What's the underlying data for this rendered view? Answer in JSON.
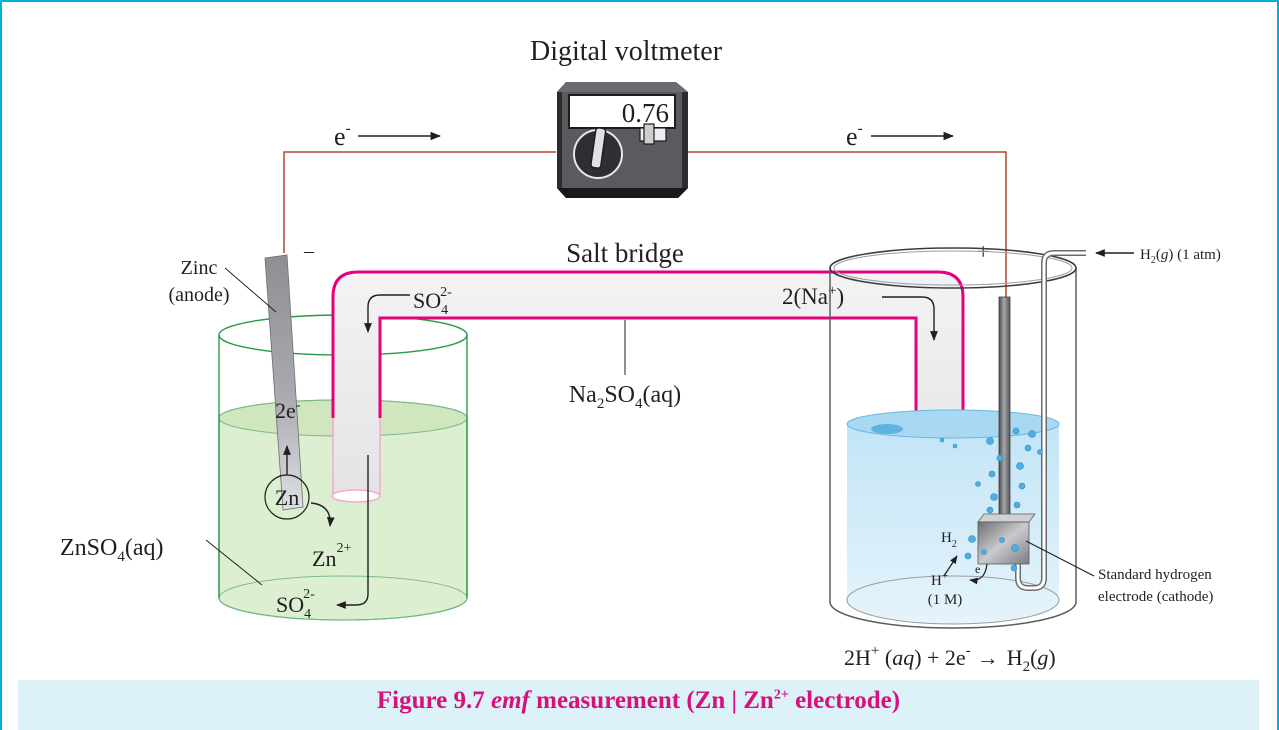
{
  "voltmeter": {
    "title": "Digital voltmeter",
    "reading": "0.76"
  },
  "electron_flow": {
    "left": "e",
    "right": "e",
    "charge": "-"
  },
  "polarity": {
    "negative": "–",
    "positive": "+"
  },
  "salt_bridge": {
    "title": "Salt bridge",
    "anion_left": "SO",
    "anion_sub": "4",
    "anion_sup": "2-",
    "cation_right": "2(Na",
    "cation_plus": "+",
    "cation_close": ")",
    "solution_main": "Na",
    "solution_sub1": "2",
    "solution_mid": "SO",
    "solution_sub2": "4",
    "solution_end": "(aq)"
  },
  "anode": {
    "label_line1": "Zinc",
    "label_line2": "(anode)",
    "electrons": "2e",
    "electrons_sup": "-",
    "metal": "Zn",
    "ion": "Zn",
    "ion_sup": "2+",
    "sulfate": "SO",
    "sulfate_sub": "4",
    "sulfate_sup": "2-",
    "solution_main": "ZnSO",
    "solution_sub": "4",
    "solution_end": "(aq)"
  },
  "cathode": {
    "gas_line_pre": "H",
    "gas_line_sub": "2",
    "gas_line_g": "g",
    "gas_line_post": " (1 atm)",
    "h2_main": "H",
    "h2_sub": "2",
    "e_label": "e",
    "hplus_main": "H",
    "hplus_sup": "+",
    "conc": "(1 M)",
    "label_line1": "Standard hydrogen",
    "label_line2": "electrode (cathode)"
  },
  "reaction": {
    "p1": "2H",
    "p1_sup": "+",
    "aq": "aq",
    "p2": " + 2e",
    "p2_sup": "-",
    "arrow": "→",
    "prod": "H",
    "prod_sub": "2",
    "g": "g"
  },
  "caption": {
    "prefix": "Figure 9.7 ",
    "emf": "emf",
    "middle": " measurement (Zn | Zn",
    "sup": "2+",
    "suffix": " electrode)"
  },
  "colors": {
    "border": "#00aee0",
    "caption_bg": "#dcf1f8",
    "caption_text": "#d6117e",
    "bridge_outline": "#e6007e",
    "wire": "#b5442c",
    "znso4_solution": "#dcefd0",
    "acid_solution": "#cfe9f7"
  }
}
